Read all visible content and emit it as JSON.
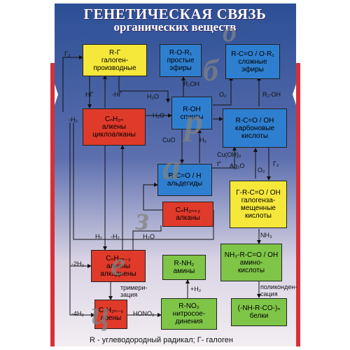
{
  "title": {
    "line1": "ГЕНЕТИЧЕСКАЯ СВЯЗЬ",
    "line2": "органических веществ"
  },
  "watermark_letters": [
    "о",
    "б",
    "р",
    "а",
    "з",
    "е",
    "ц"
  ],
  "nodes": {
    "halogen": {
      "formula": "R-Г",
      "name": "галоген-\nпроизводные"
    },
    "ethers": {
      "formula": "R-O-R₁",
      "name": "простые\nэфиры"
    },
    "esters": {
      "formula": "R-C=O / O-R₁",
      "name": "сложные\nэфиры"
    },
    "alkenes": {
      "formula": "CₙH₂ₙ",
      "name": "алкены\nциклоалканы"
    },
    "alcohols": {
      "formula": "R-OH",
      "name": "спирты"
    },
    "acids": {
      "formula": "R-C=O / OH",
      "name": "карбоновые\nкислоты"
    },
    "aldehydes": {
      "formula": "R-C=O / H",
      "name": "альдегиды"
    },
    "haloacids": {
      "formula": "Г-R-C=O / OH",
      "name": "галогенза-\nмещенные\nкислоты"
    },
    "alkanes": {
      "formula": "CₙH₂ₙ₊₂",
      "name": "алканы"
    },
    "alkynes": {
      "formula": "CₙH₂ₙ₋₂",
      "name": "алкины\nалкадиены"
    },
    "amines": {
      "formula": "R-NH₂",
      "name": "амины"
    },
    "aminoacids": {
      "formula": "NH₂-R-C=O / OH",
      "name": "амино-\nкислоты"
    },
    "arenes": {
      "formula": "CₙH₂ₙ₋₆",
      "name": "арены"
    },
    "nitro": {
      "formula": "R-NO₂",
      "name": "нитросое-\nдинения"
    },
    "proteins": {
      "formula": "(-NH-R-CO-)ₙ",
      "name": "белки"
    }
  },
  "edge_labels": {
    "g2": "Г₂",
    "hg": "HГ",
    "neg_hg": "-HГ",
    "h2o_top": "H₂O",
    "r1oh": "R₁OH",
    "o2_top": "O₂",
    "r1_oh": "R₁-OH",
    "neg_h2": "-H₂",
    "h2o_mid": "H₂O",
    "cuo": "CuO",
    "h2_mid": "H₂",
    "cuoh2": "Cu(OH)₂",
    "t": "t°",
    "ag2o": "Ag₂O",
    "o2_mid": "O₂",
    "g2_right": "Г₂",
    "h2_a": "H₂",
    "neg_h2_b": "-H₂",
    "h2o_low": "H₂O",
    "nh3": "NH₃",
    "neg_2h2": "-2H₂",
    "trimer": "тримери-\nзация",
    "plus_h2": "+H₂",
    "polycond": "поликонден-\nсация",
    "neg_4h2": "-4H₂",
    "hono2": "HONO₂"
  },
  "footer": "R - углеводородный радикал;  Г- галоген",
  "colors": {
    "frame_blue": "#2e5fa8",
    "yellow": "#f5e83a",
    "blue": "#2f7fd0",
    "red": "#e03a2a",
    "green": "#7fc548",
    "stripe_red": "#d6303a"
  }
}
